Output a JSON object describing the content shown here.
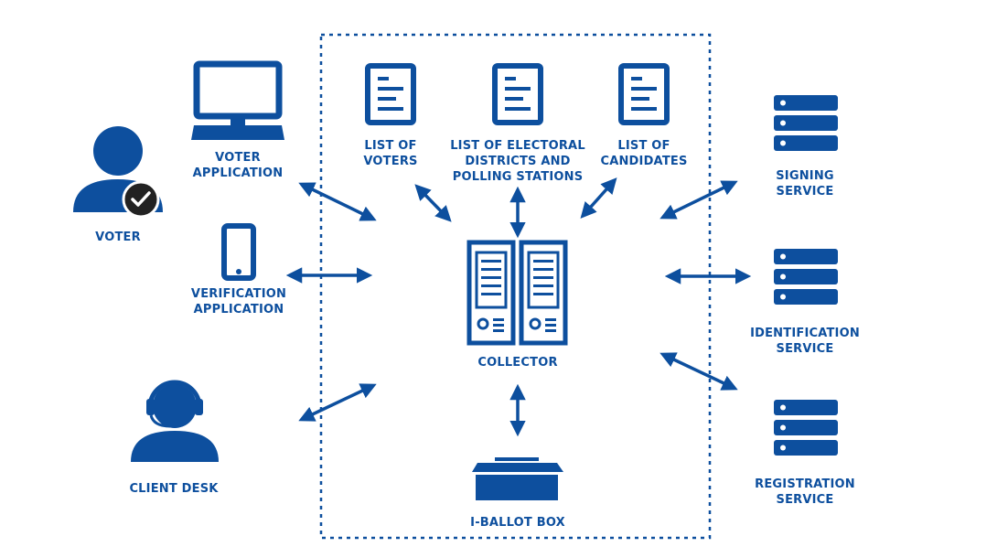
{
  "colors": {
    "primary": "#0d4f9e",
    "badge": "#222222",
    "white": "#ffffff"
  },
  "nodes": {
    "voter": {
      "lines": [
        "VOTER"
      ],
      "icon": "user-check-icon"
    },
    "voter_app": {
      "lines": [
        "VOTER",
        "APPLICATION"
      ],
      "icon": "desktop-monitor-icon"
    },
    "verification_app": {
      "lines": [
        "VERIFICATION",
        "APPLICATION"
      ],
      "icon": "smartphone-icon"
    },
    "client_desk": {
      "lines": [
        "CLIENT DESK"
      ],
      "icon": "headset-user-icon"
    },
    "list_voters": {
      "lines": [
        "LIST OF",
        "VOTERS"
      ],
      "icon": "document-icon"
    },
    "list_districts": {
      "lines": [
        "LIST OF ELECTORAL",
        "DISTRICTS AND",
        "POLLING STATIONS"
      ],
      "icon": "document-icon"
    },
    "list_candidates": {
      "lines": [
        "LIST OF",
        "CANDIDATES"
      ],
      "icon": "document-icon"
    },
    "collector": {
      "lines": [
        "COLLECTOR"
      ],
      "icon": "server-tower-icon"
    },
    "ballot_box": {
      "lines": [
        "I-BALLOT BOX"
      ],
      "icon": "ballot-box-icon"
    },
    "signing": {
      "lines": [
        "SIGNING",
        "SERVICE"
      ],
      "icon": "server-stack-icon"
    },
    "identification": {
      "lines": [
        "IDENTIFICATION",
        "SERVICE"
      ],
      "icon": "server-stack-icon"
    },
    "registration": {
      "lines": [
        "REGISTRATION",
        "SERVICE"
      ],
      "icon": "server-stack-icon"
    }
  }
}
